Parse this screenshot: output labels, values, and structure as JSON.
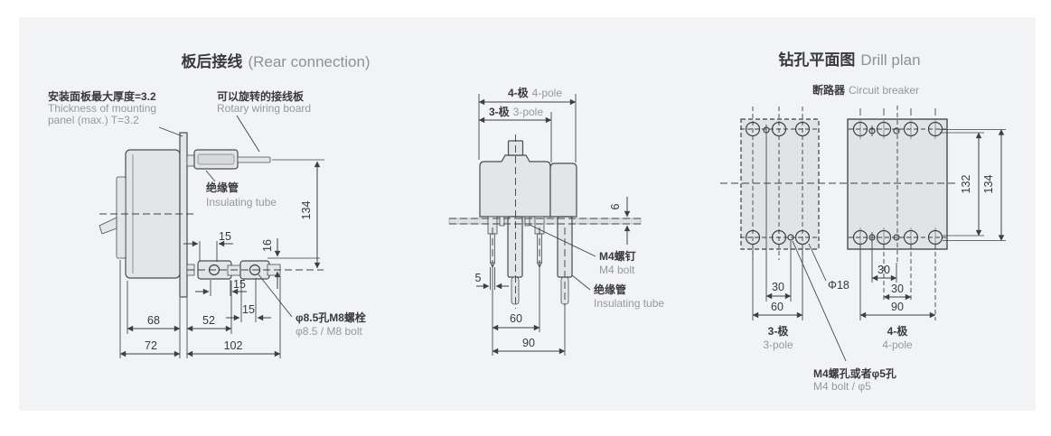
{
  "colors": {
    "page_bg": "#ffffff",
    "panel_bg": "#f2f3f5",
    "line": "#4b4c4e",
    "shape_fill": "#e4e5e7",
    "text_dark": "#38393b",
    "text_gray": "#96989b"
  },
  "rear": {
    "title_cn": "板后接线",
    "title_en": "(Rear connection)",
    "mount_cn": "安装面板最大厚度=3.2",
    "mount_en1": "Thickness of mounting",
    "mount_en2": "panel (max.) T=3.2",
    "rotary_cn": "可以旋转的接线板",
    "rotary_en": "Rotary wiring board",
    "tube_cn": "绝缘管",
    "tube_en": "Insulating tube",
    "bolt_cn": "φ8.5孔M8螺栓",
    "bolt_en": "φ8.5 / M8 bolt",
    "dim_134": "134",
    "dim_16": "16",
    "dim_15": "15",
    "dim_68": "68",
    "dim_52": "52",
    "dim_72": "72",
    "dim_102": "102"
  },
  "front": {
    "pole4_cn": "4-极",
    "pole4_en": "4-pole",
    "pole3_cn": "3-极",
    "pole3_en": "3-pole",
    "bolt_cn": "M4螺钉",
    "bolt_en": "M4 bolt",
    "tube_cn": "绝缘管",
    "tube_en": "Insulating tube",
    "dim_6": "6",
    "dim_5": "5",
    "dim_60": "60",
    "dim_90": "90"
  },
  "drill": {
    "title_cn": "钻孔平面图",
    "title_en": "Drill plan",
    "subtitle_cn": "断路器",
    "subtitle_en": "Circuit breaker",
    "pole3_cn": "3-极",
    "pole3_en": "3-pole",
    "pole4_cn": "4-极",
    "pole4_en": "4-pole",
    "hole_dia": "Φ18",
    "bolt_cn": "M4螺孔或者φ5孔",
    "bolt_en": "M4 bolt / φ5",
    "dim_30": "30",
    "dim_60": "60",
    "dim_90": "90",
    "dim_132": "132",
    "dim_134": "134"
  }
}
